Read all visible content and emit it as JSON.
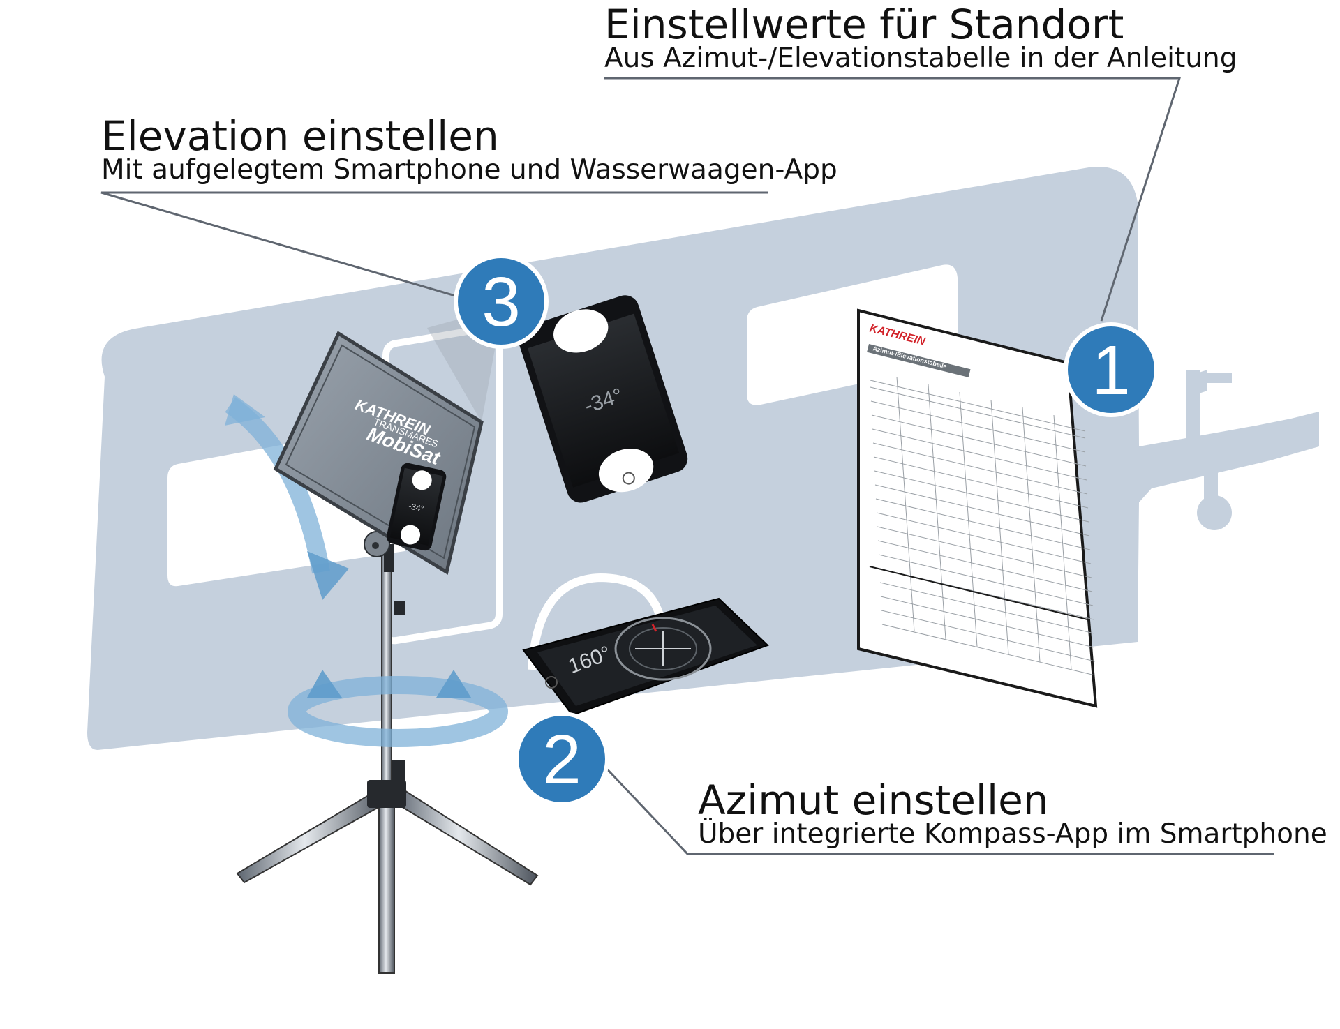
{
  "callouts": {
    "step1": {
      "number": "1",
      "title": "Einstellwerte für Standort",
      "subtitle": "Aus Azimut-/Elevationstabelle in der Anleitung"
    },
    "step2": {
      "number": "2",
      "title": "Azimut einstellen",
      "subtitle": "Über integrierte Kompass-App im Smartphone"
    },
    "step3": {
      "number": "3",
      "title": "Elevation einstellen",
      "subtitle": "Mit aufgelegtem Smartphone und Wasserwaagen-App"
    }
  },
  "antenna": {
    "brand": "KATHREIN",
    "product": "MobiSat",
    "line": "TRANSMARES"
  },
  "phones": {
    "level_reading": "-34°",
    "compass_heading": "160°"
  },
  "document": {
    "brand": "KATHREIN",
    "heading": "Azimut-/Elevationstabelle"
  },
  "colors": {
    "trailer_silhouette": "#c5d0dd",
    "badge_blue": "#2f7bb9",
    "arrow_blue": "#7fb2d8",
    "leader_line": "#5f6670",
    "brand_red": "#d2232a"
  }
}
